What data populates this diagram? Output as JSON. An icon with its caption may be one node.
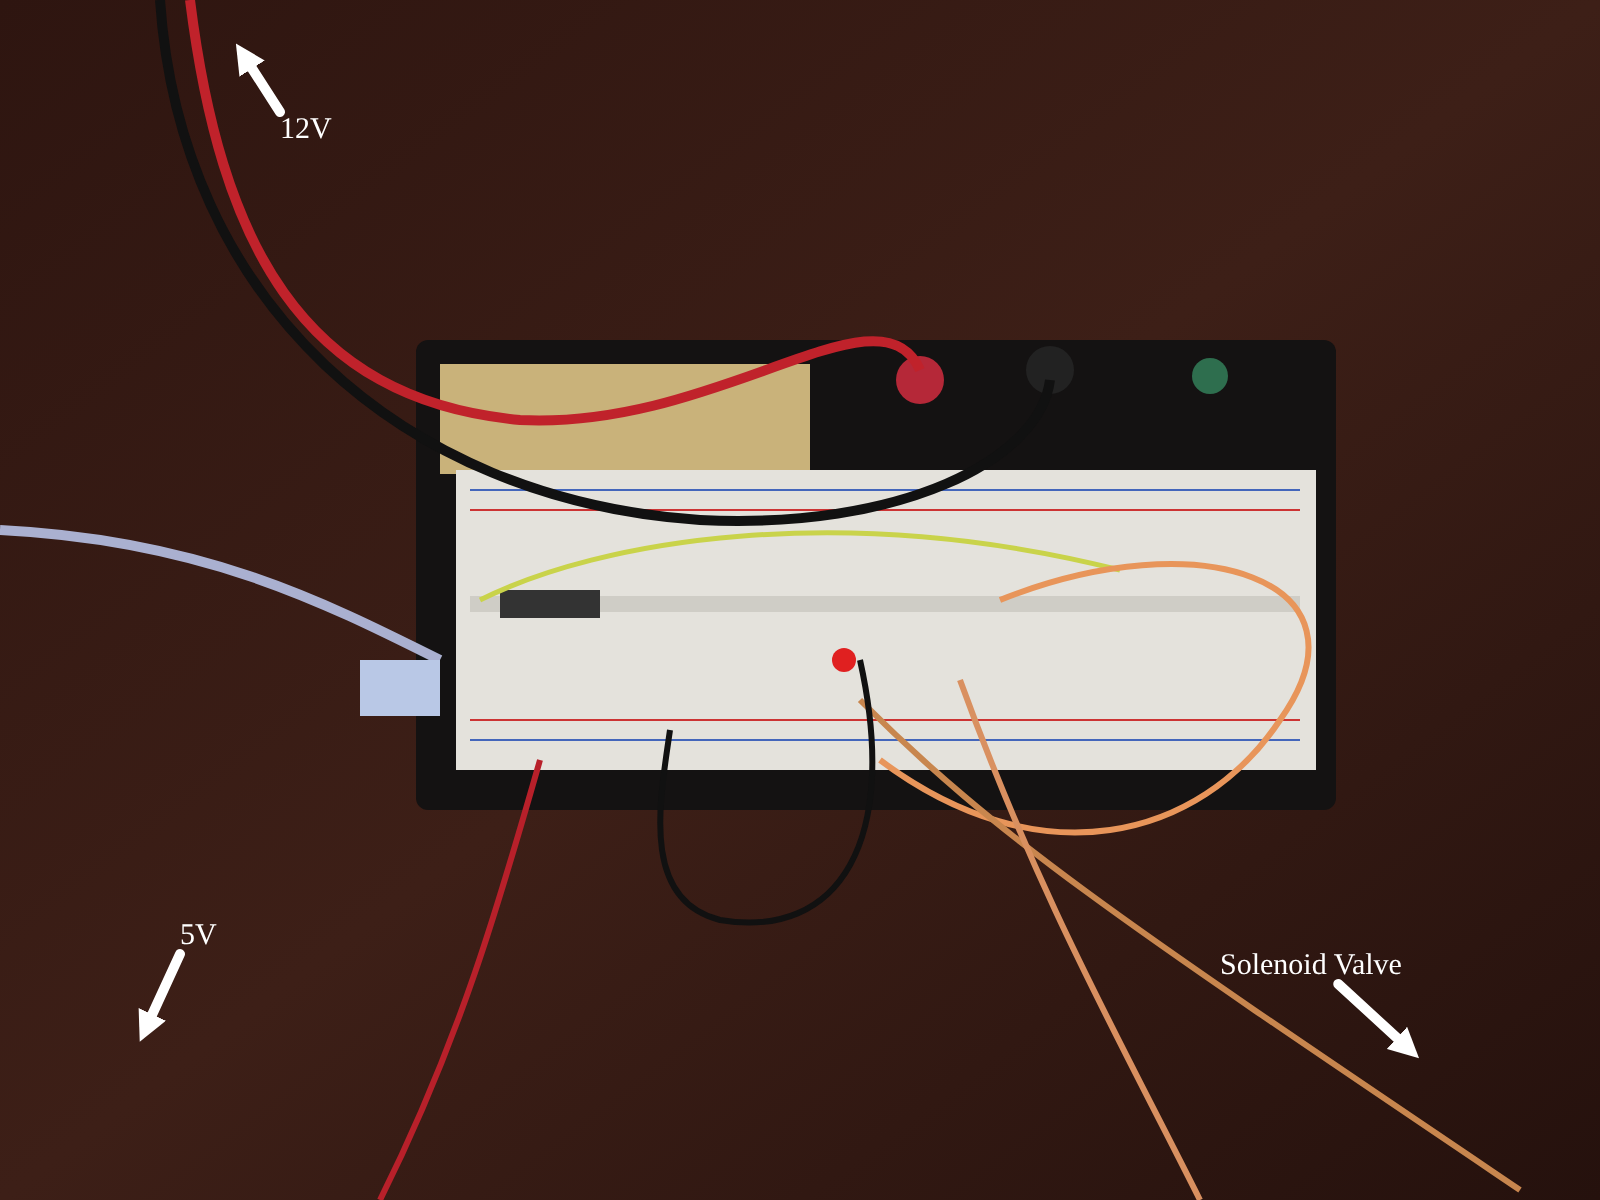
{
  "diagram": {
    "nodes": [
      {
        "text": [
          "12V"
        ]
      },
      {
        "text": [
          "5V"
        ]
      },
      {
        "text": [
          "Solenoid Valve"
        ]
      }
    ],
    "edges": [
      {
        "from": 0,
        "to": null,
        "arrow": "to"
      },
      {
        "from": 1,
        "to": null,
        "arrow": "to"
      },
      {
        "from": 2,
        "to": null,
        "arrow": "to"
      }
    ]
  }
}
